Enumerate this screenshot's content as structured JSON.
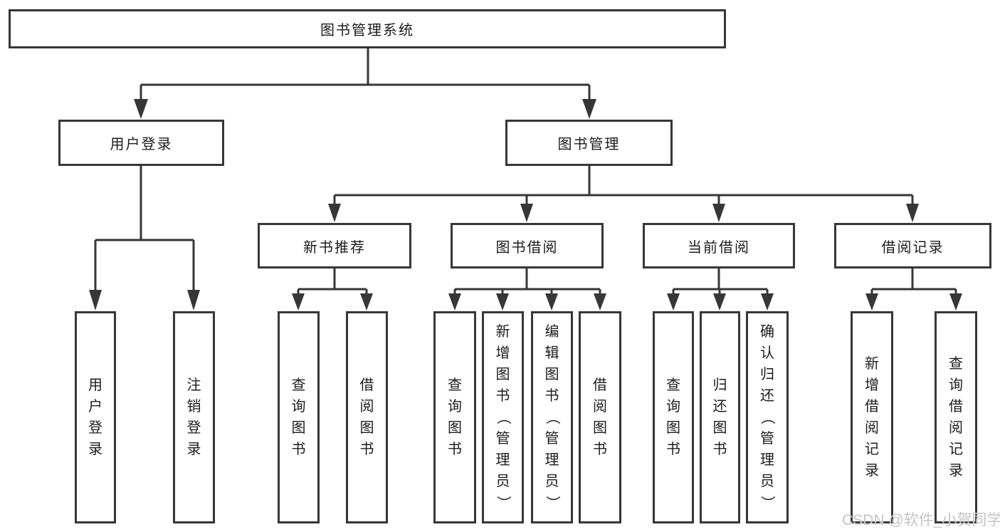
{
  "diagram_type": "hierarchy-chart",
  "colors": {
    "line": "#373737",
    "box_border": "#373737",
    "text": "#1c1c1c",
    "background": "#ffffff",
    "watermark": "#c4c4c4"
  },
  "watermark": "CSDN @软件_小贺同学",
  "tree": {
    "root": "图书管理系统",
    "branches": [
      {
        "label": "用户登录",
        "leaves": [
          "用户登录",
          "注销登录"
        ]
      },
      {
        "label": "图书管理",
        "sections": [
          {
            "label": "新书推荐",
            "leaves": [
              "查询图书",
              "借阅图书"
            ]
          },
          {
            "label": "图书借阅",
            "leaves": [
              "查询图书",
              "新增图书（管理员）",
              "编辑图书（管理员）",
              "借阅图书"
            ]
          },
          {
            "label": "当前借阅",
            "leaves": [
              "查询图书",
              "归还图书",
              "确认归还（管理员）"
            ]
          },
          {
            "label": "借阅记录",
            "leaves": [
              "新增借阅记录",
              "查询借阅记录"
            ]
          }
        ]
      }
    ]
  }
}
